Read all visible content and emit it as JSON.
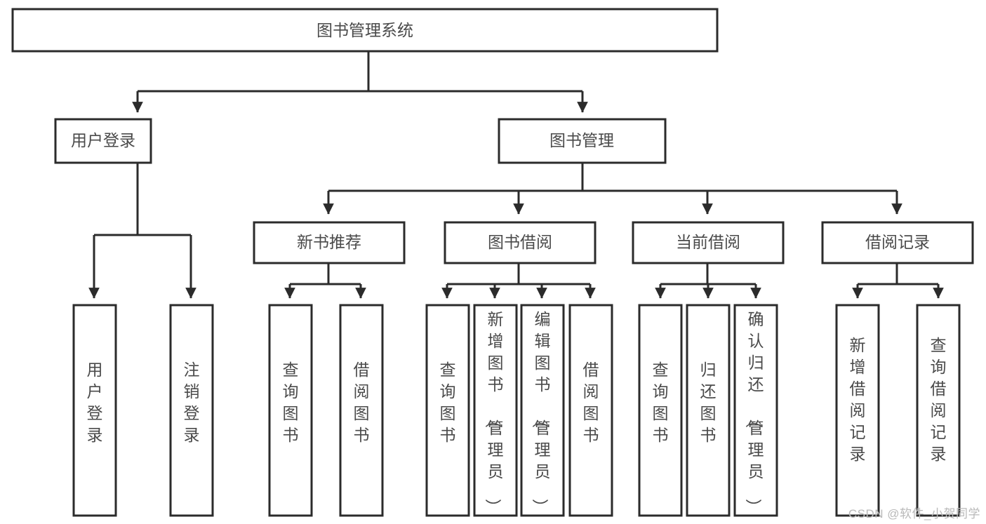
{
  "diagram": {
    "type": "tree-hierarchy",
    "title": "图书管理系统",
    "orientation": "top-down",
    "colors": {
      "box_stroke": "#2b2b2b",
      "box_fill": "#ffffff",
      "text": "#4a4a4a",
      "connector": "#2b2b2b",
      "watermark": "#b9b9b9"
    },
    "levels": {
      "root": {
        "label": "图书管理系统"
      },
      "level2": [
        {
          "label": "用户登录"
        },
        {
          "label": "图书管理"
        }
      ],
      "level3": [
        {
          "label": "新书推荐"
        },
        {
          "label": "图书借阅"
        },
        {
          "label": "当前借阅"
        },
        {
          "label": "借阅记录"
        }
      ],
      "leaves": {
        "user_login": [
          {
            "label": "用户登录"
          },
          {
            "label": "注销登录"
          }
        ],
        "new_book_recommend": [
          {
            "label": "查询图书"
          },
          {
            "label": "借阅图书"
          }
        ],
        "book_borrow": [
          {
            "label": "查询图书"
          },
          {
            "label": "新增图书（管理员）"
          },
          {
            "label": "编辑图书（管理员）"
          },
          {
            "label": "借阅图书"
          }
        ],
        "current_borrow": [
          {
            "label": "查询图书"
          },
          {
            "label": "归还图书"
          },
          {
            "label": "确认归还（管理员）"
          }
        ],
        "borrow_records": [
          {
            "label": "新增借阅记录"
          },
          {
            "label": "查询借阅记录"
          }
        ]
      }
    }
  },
  "watermark": {
    "text": "CSDN @软件_小贺同学"
  }
}
